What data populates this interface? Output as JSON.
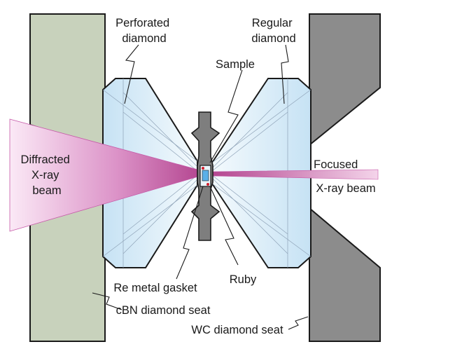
{
  "colors": {
    "cbn_seat": "#c8d2bc",
    "wc_seat": "#8c8c8c",
    "diamond": "#d8ecf7",
    "gasket": "#7e7e7e",
    "beam": "#c65aa8",
    "outline": "#1a1a1a"
  },
  "labels": {
    "perforated_diamond": [
      "Perforated",
      "diamond"
    ],
    "regular_diamond": [
      "Regular",
      "diamond"
    ],
    "sample": "Sample",
    "diffracted_beam": [
      "Diffracted",
      "X-ray",
      "beam"
    ],
    "focused_beam": [
      "Focused",
      "X-ray beam"
    ],
    "re_gasket": "Re metal gasket",
    "ruby": "Ruby",
    "cbn_seat": "cBN diamond seat",
    "wc_seat": "WC diamond seat"
  }
}
